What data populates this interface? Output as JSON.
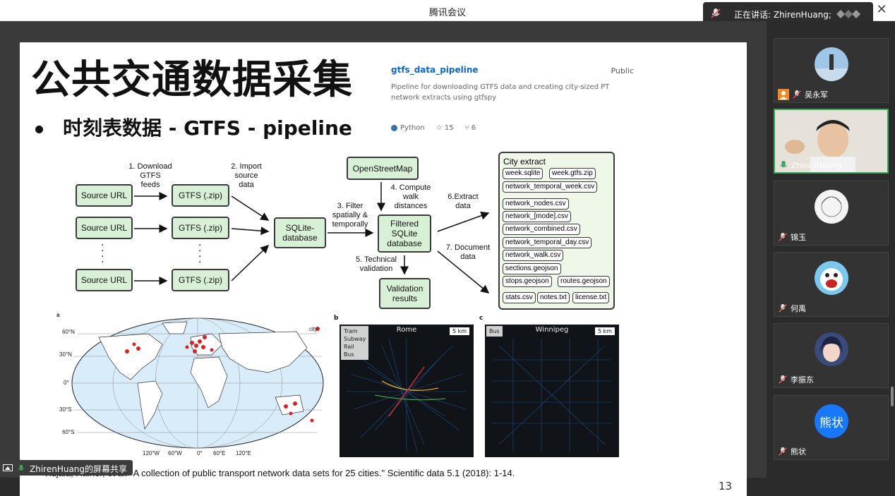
{
  "window": {
    "title": "腾讯会议",
    "close_glyph": "✕"
  },
  "speaking": {
    "text": "正在讲话: ZhirenHuang;"
  },
  "slide": {
    "title": "公共交通数据采集",
    "bullet": "时刻表数据 - GTFS - pipeline",
    "page_number": "13",
    "citation": "Kujala, Rainer, et al. \"A collection of public transport network data sets for 25 cities.\" Scientific data 5.1 (2018): 1-14."
  },
  "repo": {
    "name": "gtfs_data_pipeline",
    "visibility": "Public",
    "description": "Pipeline for downloading GTFS data and creating city-sized PT network extracts using gtfspy",
    "language": "Python",
    "stars": "15",
    "forks": "6"
  },
  "diagram": {
    "source_url": "Source URL",
    "gtfs_zip": "GTFS (.zip)",
    "sqlite_db": "SQLite-\ndatabase",
    "osm": "OpenStreetMap",
    "filtered_db": "Filtered\nSQLite\ndatabase",
    "validation_results": "Validation\nresults",
    "step1": "1. Download\nGTFS\nfeeds",
    "step2": "2. Import\nsource\ndata",
    "step3": "3. Filter\nspatially &\ntemporally",
    "step4": "4. Compute\nwalk\ndistances",
    "step5": "5. Technical\nvalidation",
    "step6": "6.Extract\ndata",
    "step7": "7. Document\ndata",
    "city_extract_title": "City extract",
    "files": [
      "week.sqlite",
      "week.gtfs.zip",
      "network_temporal_week.csv",
      "network_nodes.csv",
      "network_[mode].csv",
      "network_combined.csv",
      "network_temporal_day.csv",
      "network_walk.csv",
      "sections.geojson",
      "stops.geojson",
      "routes.geojson",
      "stats.csv",
      "notes.txt",
      "license.txt"
    ]
  },
  "figures": {
    "a": {
      "label": "a",
      "legend": "city",
      "lat_labels": [
        "60°N",
        "30°N",
        "0°",
        "30°S",
        "60°S"
      ],
      "lon_labels": [
        "120°W",
        "60°W",
        "0°",
        "60°E",
        "120°E"
      ]
    },
    "b": {
      "label": "b",
      "title": "Rome",
      "scale": "5 km",
      "legend": [
        "Tram",
        "Subway",
        "Rail",
        "Bus"
      ]
    },
    "c": {
      "label": "c",
      "title": "Winnipeg",
      "scale": "5 km",
      "legend": [
        "Bus"
      ]
    }
  },
  "participants": [
    {
      "name": "吴永军",
      "muted": true
    },
    {
      "name": "ZhirenHuang",
      "muted": false,
      "active": true
    },
    {
      "name": "锦玉",
      "muted": true
    },
    {
      "name": "何禹",
      "muted": true
    },
    {
      "name": "李振东",
      "muted": true
    },
    {
      "name": "熊状",
      "muted": true,
      "avatar_text": "熊状"
    }
  ],
  "share": {
    "text": "ZhirenHuang的屏幕共享"
  },
  "colors": {
    "box_fill": "#d8f0d6",
    "link": "#0969da",
    "active_border": "#3ba55c",
    "city_dot": "#e02020"
  }
}
